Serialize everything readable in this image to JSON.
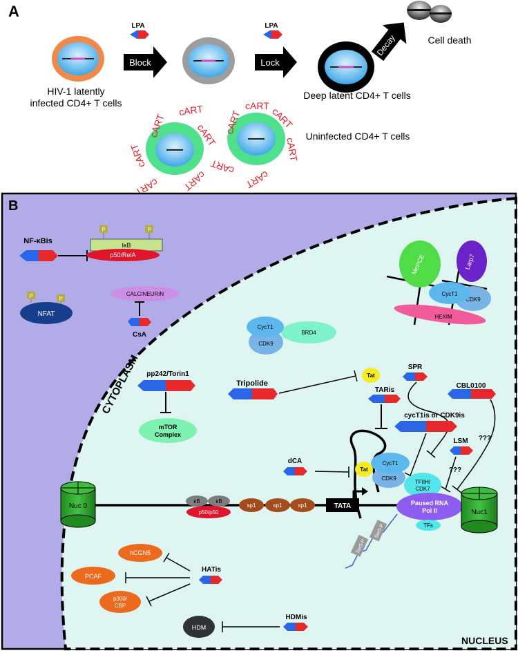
{
  "panelA": {
    "label": "A",
    "drug": "LPA",
    "arrows": {
      "block": "Block",
      "lock": "Lock",
      "decay": "Decay"
    },
    "cells": {
      "latent": [
        "HIV-1 latently",
        "infected CD4+ T cells"
      ],
      "deep": "Deep latent CD4+ T cells",
      "death": "Cell death",
      "uninfected": "Uninfected CD4+ T cells"
    },
    "cart": "cART"
  },
  "panelB": {
    "label": "B",
    "regions": {
      "cytoplasm": "CYTOPLASM",
      "nucleus": "NUCLEUS"
    },
    "nfkb": {
      "inhibitor": "NF-κBis",
      "ikb": "IκB",
      "p50rela": "p50/RelA",
      "p": "P"
    },
    "nfat": "NFAT",
    "calcineurin": "CALCINEURIN",
    "csa": "CsA",
    "pp242": "pp242/Torin1",
    "mtor": [
      "mTOR",
      "Complex"
    ],
    "ptefb": {
      "cyct1": "CycT1",
      "cdk9": "CDK9",
      "brd4": "BRD4"
    },
    "sk7": {
      "mepce": "MePCE",
      "larp7": "Larp7",
      "cyct1": "CycT1",
      "cdk9": "CDK9",
      "hexim": "HEXIM"
    },
    "drugs": {
      "tripolide": "Tripolide",
      "tat": "Tat",
      "taris": "TARis",
      "spr": "SPR",
      "cbl": "CBL0100",
      "cyct1is": "cycT1is or CDK9is",
      "lsm": "LSM",
      "dca": "dCA",
      "unknown": "???"
    },
    "promoter": {
      "nuc0": "Nuc 0",
      "nuc1": "Nuc1",
      "kb": "κB",
      "p50p50": "p50/p50",
      "sp1": "sp1",
      "tata": "TATA",
      "tfiih": [
        "TFIIH/",
        "CDK7"
      ],
      "polii": [
        "Paused RNA",
        "Pol II"
      ],
      "tfs": "TFs",
      "ser5p": "Ser5-P"
    },
    "hats": {
      "inhibitor": "HATis",
      "hcgn5": "hCGN5",
      "pcaf": "PCAF",
      "p300": [
        "p300/",
        "CBP"
      ]
    },
    "hdm": {
      "inhibitor": "HDMis",
      "hdm": "HDM"
    }
  }
}
